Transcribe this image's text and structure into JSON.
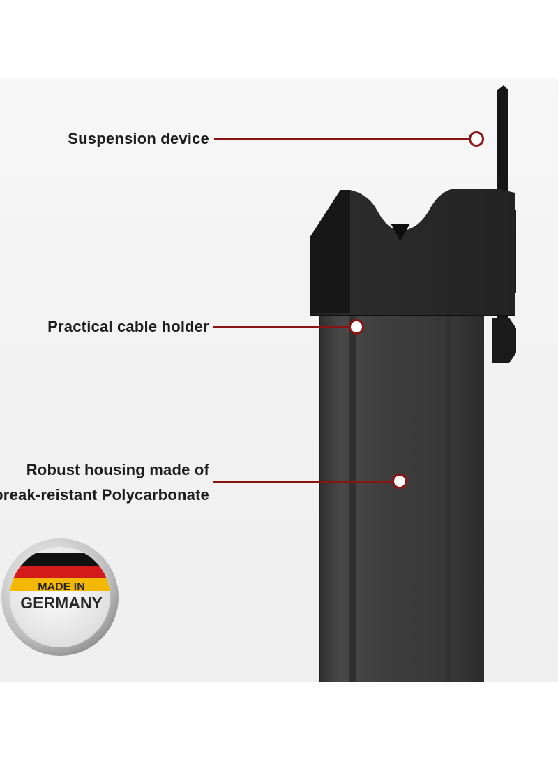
{
  "callouts": {
    "suspension": {
      "label": "Suspension device"
    },
    "cable_holder": {
      "label": "Practical cable holder"
    },
    "housing": {
      "line1": "Robust housing made of",
      "line2": "break-reistant Polycarbonate"
    }
  },
  "badge": {
    "line1": "MADE IN",
    "line2": "GERMANY",
    "flag_colors": [
      "#111111",
      "#d21c1c",
      "#f5b800"
    ]
  },
  "colors": {
    "accent": "#8a1313",
    "housing": "#3a3a3a",
    "background": "#f4f4f4"
  }
}
